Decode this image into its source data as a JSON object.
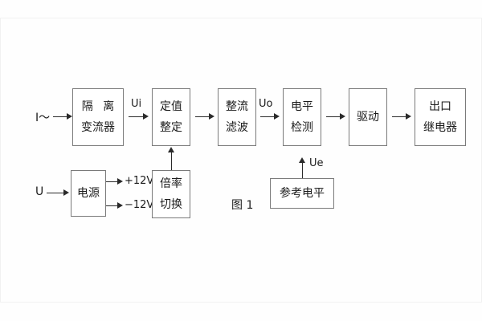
{
  "figure": {
    "caption": "图 1",
    "blocks": [
      {
        "id": "isolation",
        "lines": [
          "隔 离",
          "变流器"
        ]
      },
      {
        "id": "setting",
        "lines": [
          "定值",
          "整定"
        ]
      },
      {
        "id": "rectifier",
        "lines": [
          "整流",
          "滤波"
        ]
      },
      {
        "id": "level-detect",
        "lines": [
          "电平",
          "检测"
        ]
      },
      {
        "id": "drive",
        "lines": [
          "驱动"
        ]
      },
      {
        "id": "output-relay",
        "lines": [
          "出口",
          "继电器"
        ]
      },
      {
        "id": "power-supply",
        "lines": [
          "电源"
        ]
      },
      {
        "id": "ratio-switch",
        "lines": [
          "倍率",
          "切换"
        ]
      },
      {
        "id": "reference",
        "lines": [
          "参考电平"
        ]
      }
    ],
    "labels": {
      "input_current": "I～",
      "input_voltage": "U",
      "ui": "Ui",
      "uo": "Uo",
      "ue": "Ue",
      "plus_12v": "+12V",
      "minus_12v": "−12V"
    },
    "colors": {
      "box_border": "#7a7a7a",
      "line": "#2a2a2a",
      "text": "#1b1b1b",
      "background": "#fefefe"
    }
  }
}
